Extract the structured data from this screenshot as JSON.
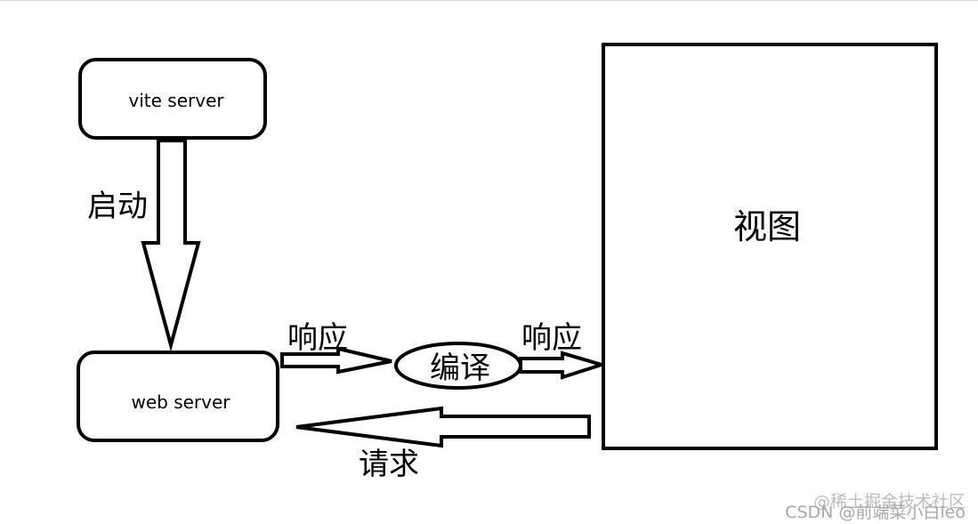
{
  "nodes": {
    "vite_server": "vite server",
    "web_server": "web server",
    "compile": "编译",
    "view": "视图"
  },
  "edges": {
    "start": "启动",
    "response_1": "响应",
    "response_2": "响应",
    "request": "请求"
  },
  "watermark": {
    "juejin": "@稀土掘金技术社区",
    "csdn": "CSDN @前端菜小白leo"
  }
}
